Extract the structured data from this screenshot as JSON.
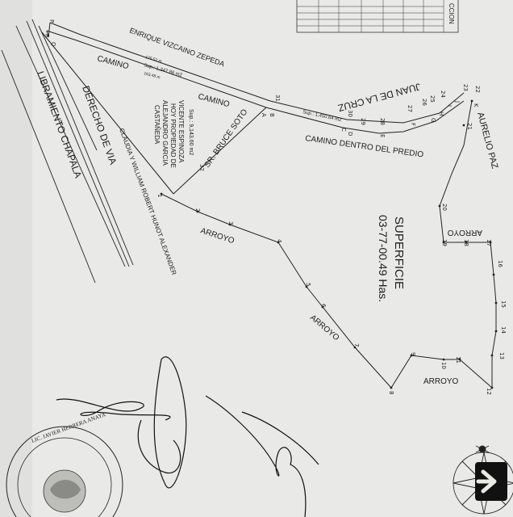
{
  "labels": {
    "neighbor_top": "ENRIQUE VIZCAINO ZEPEDA",
    "camino_left": "CAMINO",
    "camino_mid": "CAMINO",
    "juan_de_la_cruz": "JUAN DE LA CRUZ",
    "aurelio_paz": "AURELIO PAZ",
    "camino_dentro": "CAMINO DENTRO DEL PREDIO",
    "sr_bruce_soto": "SR. BRUCE SOTO",
    "vicente_1": "VICENTE ESPINOZA",
    "vicente_2": "HOY PROPIEDAD DE",
    "vicente_3": "ALEJANDRO GARCIA",
    "vicente_4": "CASTAÑEDA",
    "claudia": "CLAUDIA Y WILLIAM ROBERT HUNOT ALEXANDER",
    "derecho_de_via": "DERECHO DE VIA",
    "libramiento_chapala": "LIBRAMIENTO CHAPALA",
    "arroyo_1": "ARROYO",
    "arroyo_2": "ARROYO",
    "arroyo_3": "ARROYO",
    "arroyo_4": "ARROYO",
    "superficie_title": "SUPERFICIE",
    "superficie_value": "03-77-00.49 Has.",
    "sup_vicente": "Sup.: 9,143.60 m2",
    "sup_camino_left": "Sup.: 1,347.86 m2",
    "sup_camino_right": "Sup.: 1,450.64 m2",
    "dist_1": "175.52 m",
    "dist_2": "163.48 m"
  },
  "vertex_labels": [
    "1",
    "2",
    "3",
    "4",
    "5",
    "6",
    "7",
    "8",
    "9",
    "10",
    "11",
    "12",
    "13",
    "14",
    "15",
    "16",
    "17",
    "18",
    "19",
    "20",
    "21",
    "22",
    "23",
    "24",
    "25",
    "26",
    "27",
    "28",
    "29",
    "30",
    "31",
    "32",
    "A",
    "B",
    "C",
    "D",
    "E",
    "F",
    "G",
    "H",
    "I",
    "J",
    "K",
    "P",
    "Q",
    "R"
  ],
  "table_header": "CCION",
  "seal_text": "LIC. JAVIER HERRERA ANAYA",
  "colors": {
    "paper": "#e9e9e7",
    "ink": "#1c1c1c",
    "shadow": "#c9c9c6"
  }
}
